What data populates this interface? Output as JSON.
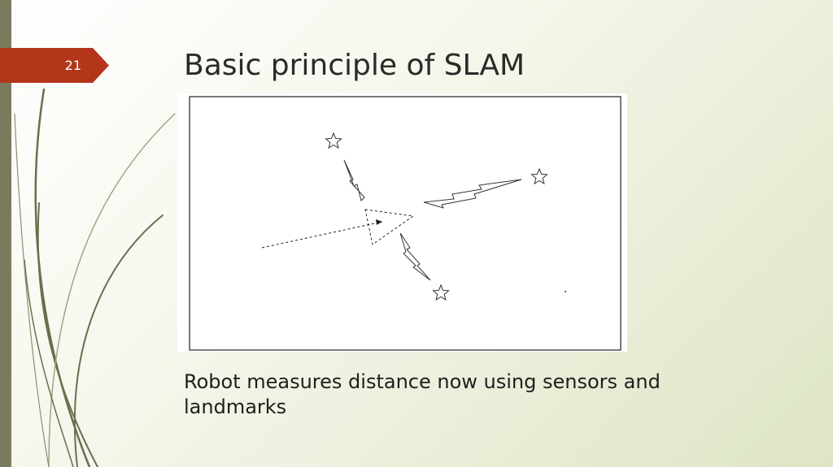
{
  "slide": {
    "number": "21",
    "title": "Basic principle of SLAM",
    "body_text": "Robot measures distance now using sensors and landmarks"
  },
  "colors": {
    "accent": "#b3361b",
    "left_bar": "#7c7a5e",
    "grass": "#6f6c4e",
    "text": "#2a2a2a"
  },
  "figure": {
    "landmark_icon": "star-icon",
    "robot_icon": "dashed-triangle-icon",
    "measurement_icon": "lightning-bolt-icon",
    "landmark_count": 3
  }
}
